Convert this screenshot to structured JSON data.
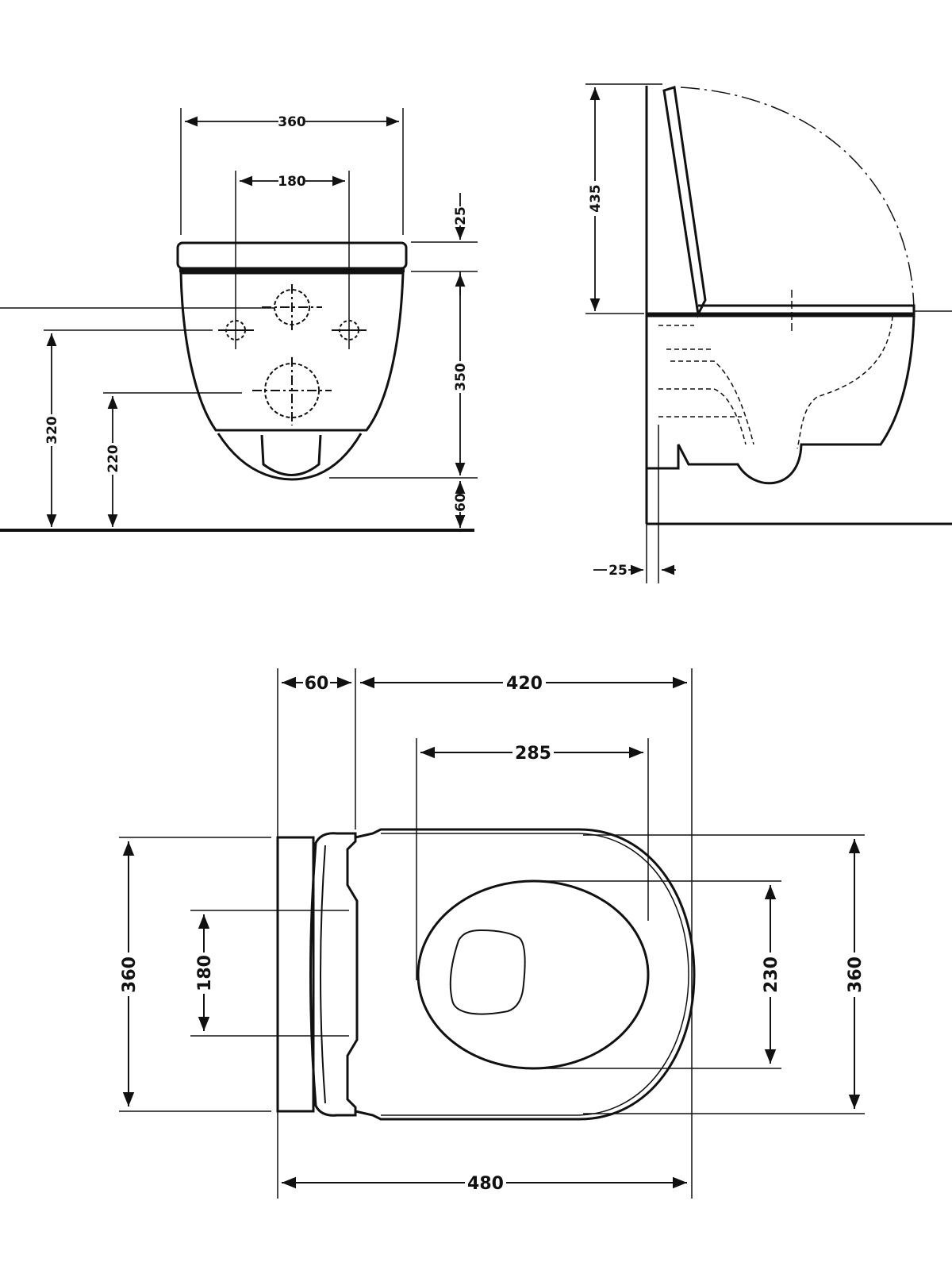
{
  "colors": {
    "line": "#111111",
    "background": "#ffffff"
  },
  "front_view": {
    "width_overall": "360",
    "fixing_spacing": "180",
    "seat_thickness": "25",
    "bowl_height": "350",
    "bottom_clearance": "60",
    "outlet_height": "320",
    "inlet_height": "220"
  },
  "side_view": {
    "lid_height": "435",
    "wall_gap": "25"
  },
  "top_view": {
    "rear_depth": "60",
    "bowl_depth": "420",
    "opening_length": "285",
    "width_left": "360",
    "fixing_spacing": "180",
    "opening_width": "230",
    "width_right": "360",
    "total_length": "480"
  }
}
